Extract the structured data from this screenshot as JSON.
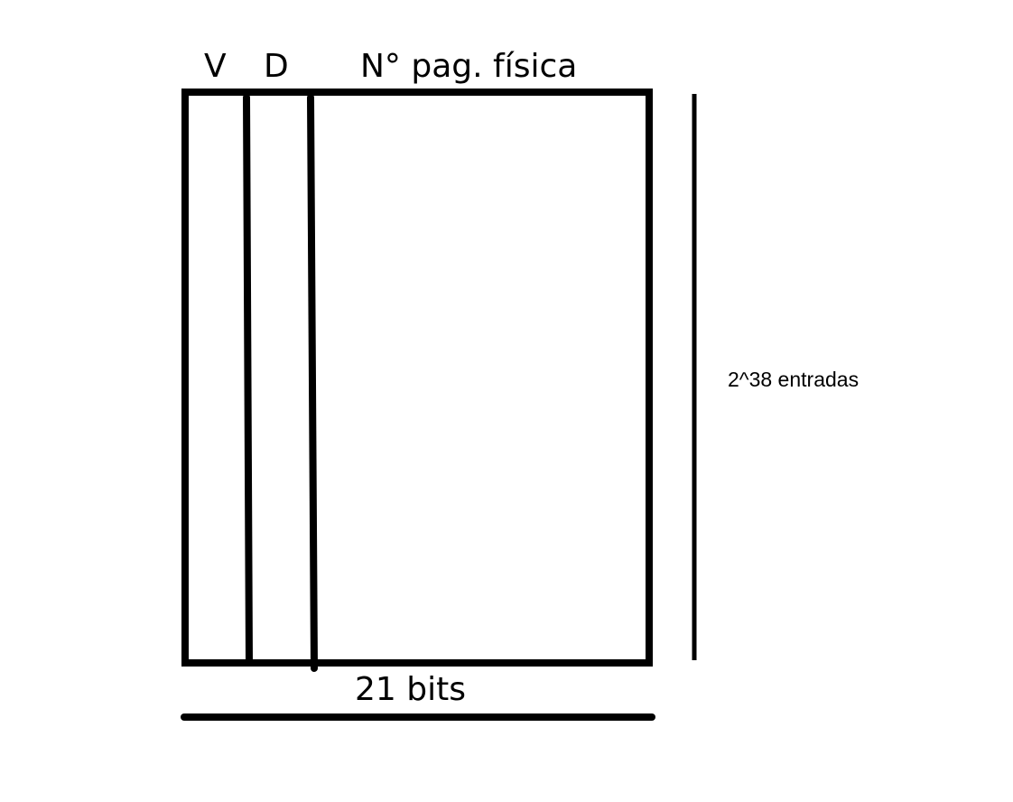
{
  "columns": {
    "valid": "V",
    "dirty": "D",
    "frame_number": "N° pag. física"
  },
  "width_label": "21 bits",
  "entries_label": "2^38 entradas"
}
